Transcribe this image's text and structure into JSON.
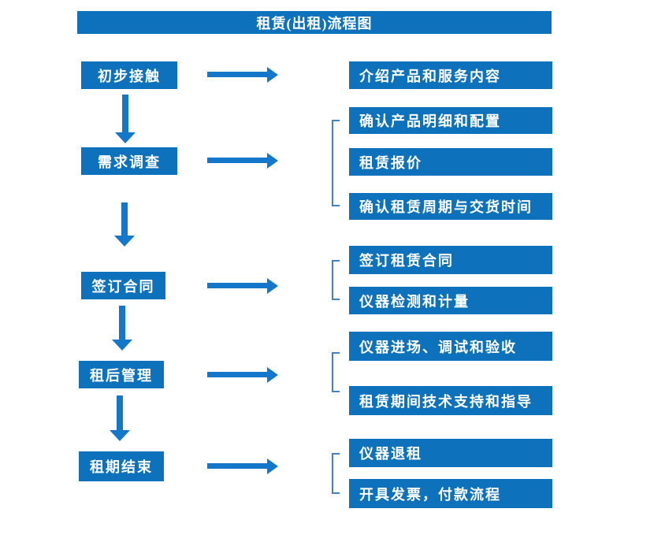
{
  "title": "租赁(出租)流程图",
  "colors": {
    "box_blue": "#0e71bc",
    "arrow_blue": "#1577c9",
    "bracket_blue": "#3f81c4",
    "text_white": "#ffffff"
  },
  "stages": [
    {
      "label": "初步接触",
      "details": [
        "介绍产品和服务内容"
      ]
    },
    {
      "label": "需求调查",
      "details": [
        "确认产品明细和配置",
        "租赁报价",
        "确认租赁周期与交货时间"
      ]
    },
    {
      "label": "签订合同",
      "details": [
        "签订租赁合同",
        "仪器检测和计量"
      ]
    },
    {
      "label": "租后管理",
      "details": [
        "仪器进场、调试和验收",
        "租赁期间技术支持和指导"
      ]
    },
    {
      "label": "租期结束",
      "details": [
        "仪器退租",
        "开具发票，付款流程"
      ]
    }
  ]
}
